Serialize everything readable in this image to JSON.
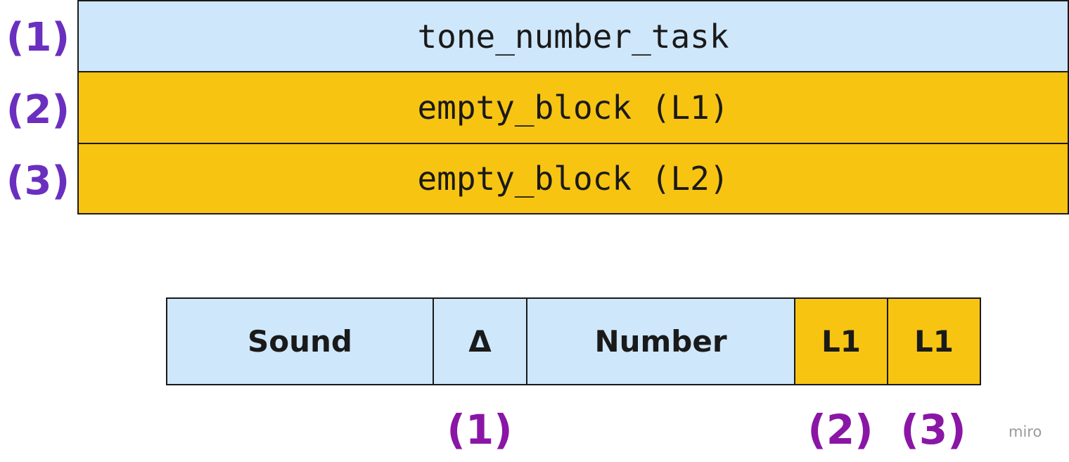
{
  "stack": {
    "rows": [
      {
        "marker": "(1)",
        "label": "tone_number_task",
        "color": "#cfe7fb"
      },
      {
        "marker": "(2)",
        "label": "empty_block (L1)",
        "color": "#f7c412"
      },
      {
        "marker": "(3)",
        "label": "empty_block (L2)",
        "color": "#f7c412"
      }
    ]
  },
  "sequence": {
    "cells": [
      {
        "label": "Sound",
        "color": "#cfe7fb"
      },
      {
        "label": "Δ",
        "color": "#cfe7fb"
      },
      {
        "label": "Number",
        "color": "#cfe7fb"
      },
      {
        "label": "L1",
        "color": "#f7c412"
      },
      {
        "label": "L1",
        "color": "#f7c412"
      }
    ],
    "markers": [
      "(1)",
      "(2)",
      "(3)"
    ]
  },
  "colors": {
    "marker_stack": "#6a2fbf",
    "marker_sequence": "#8a16a6",
    "border": "#1a1a1a"
  },
  "watermark": "miro"
}
